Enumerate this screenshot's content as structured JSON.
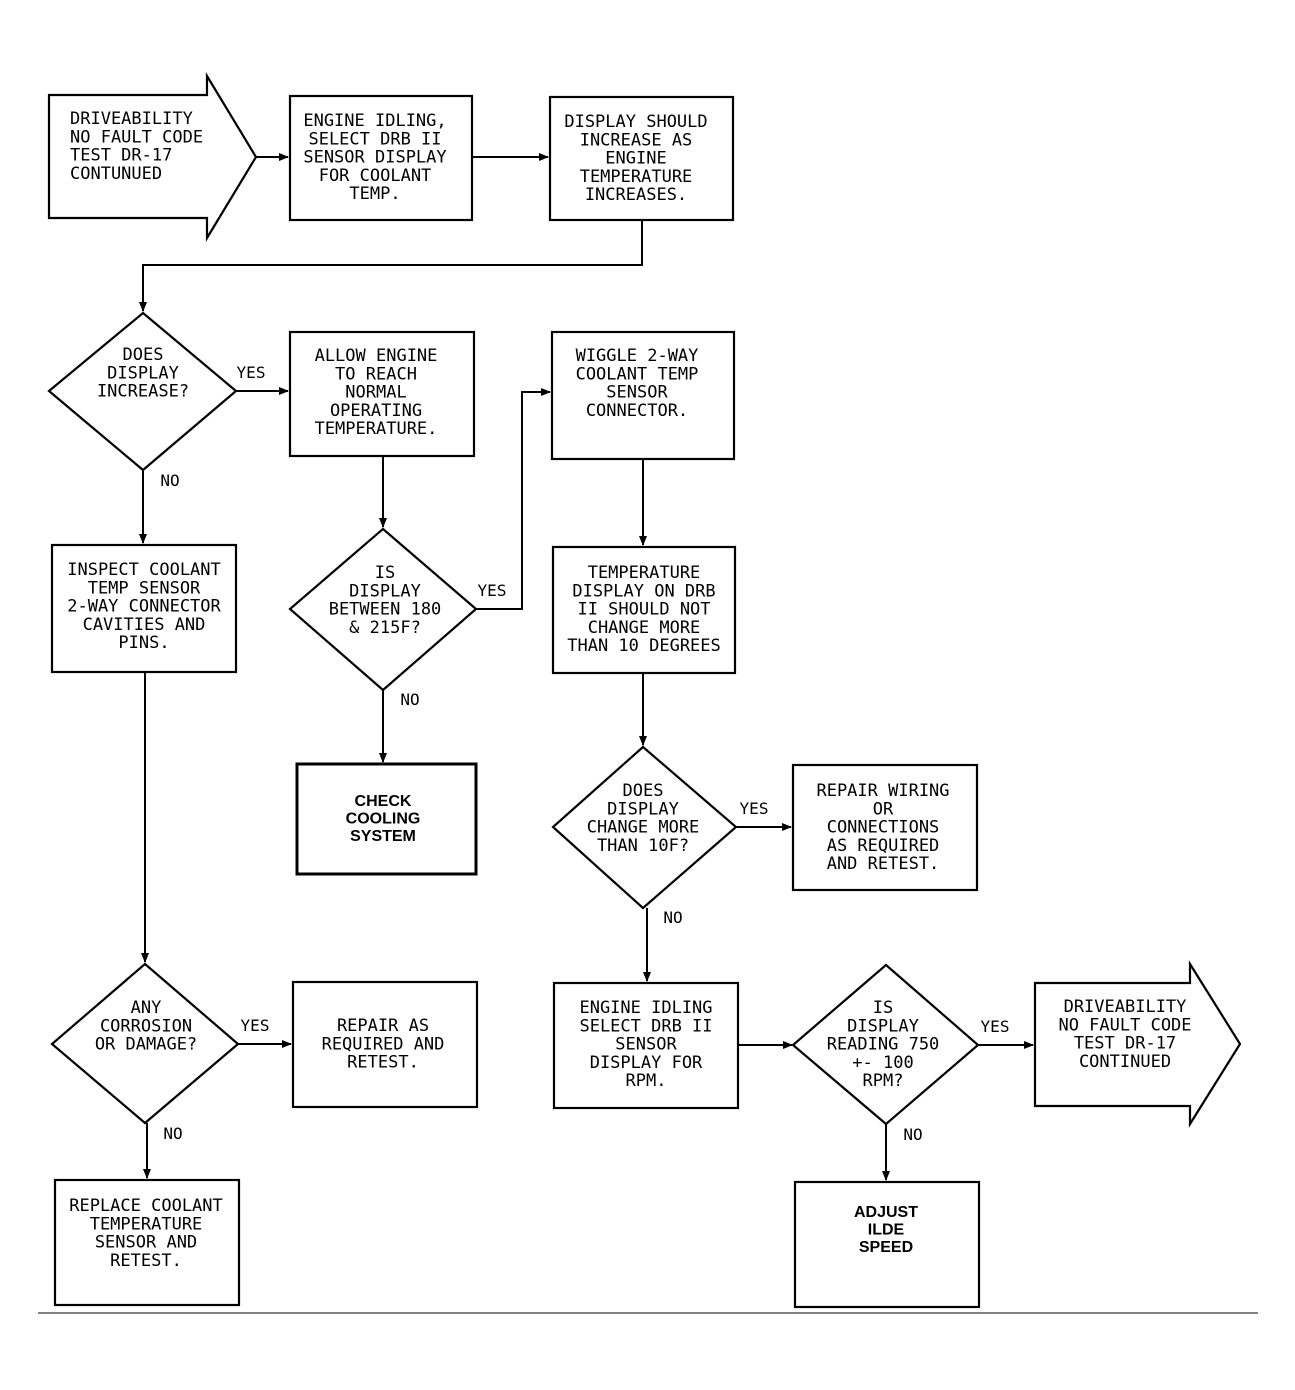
{
  "nodes": {
    "start": [
      "DRIVEABILITY",
      "NO FAULT CODE",
      "TEST DR-17",
      "CONTUNUED"
    ],
    "engine_idling_coolant": [
      "ENGINE IDLING,",
      "SELECT DRB II",
      "SENSOR DISPLAY",
      "FOR COOLANT",
      "TEMP."
    ],
    "display_should_increase": [
      "DISPLAY SHOULD",
      "INCREASE AS",
      "ENGINE",
      "TEMPERATURE",
      "INCREASES."
    ],
    "does_display_increase": [
      "DOES",
      "DISPLAY",
      "INCREASE?"
    ],
    "allow_engine": [
      "ALLOW ENGINE",
      "TO REACH",
      "NORMAL",
      "OPERATING",
      "TEMPERATURE."
    ],
    "wiggle_connector": [
      "WIGGLE 2-WAY",
      "COOLANT TEMP",
      "SENSOR",
      "CONNECTOR."
    ],
    "inspect_connector": [
      "INSPECT COOLANT",
      "TEMP SENSOR",
      "2-WAY CONNECTOR",
      "CAVITIES AND",
      "PINS."
    ],
    "is_display_between": [
      "IS",
      "DISPLAY",
      "BETWEEN 180",
      "& 215F?"
    ],
    "temperature_display": [
      "TEMPERATURE",
      "DISPLAY ON DRB",
      "II SHOULD NOT",
      "CHANGE MORE",
      "THAN 10 DEGREES"
    ],
    "check_cooling": [
      "CHECK",
      "COOLING",
      "SYSTEM"
    ],
    "does_display_change": [
      "DOES",
      "DISPLAY",
      "CHANGE MORE",
      "THAN 10F?"
    ],
    "repair_wiring": [
      "REPAIR WIRING",
      "OR",
      "CONNECTIONS",
      "AS REQUIRED",
      "AND RETEST."
    ],
    "any_corrosion": [
      "ANY",
      "CORROSION",
      "OR DAMAGE?"
    ],
    "repair_as_required": [
      "REPAIR AS",
      "REQUIRED AND",
      "RETEST."
    ],
    "engine_idling_rpm": [
      "ENGINE IDLING",
      "SELECT DRB II",
      "SENSOR",
      "DISPLAY FOR",
      "RPM."
    ],
    "is_display_reading": [
      "IS",
      "DISPLAY",
      "READING 750",
      "+- 100",
      "RPM?"
    ],
    "end": [
      "DRIVEABILITY",
      "NO FAULT CODE",
      "TEST DR-17",
      "CONTINUED"
    ],
    "replace_sensor": [
      "REPLACE COOLANT",
      "TEMPERATURE",
      "SENSOR AND",
      "RETEST."
    ],
    "adjust_idle": [
      "ADJUST",
      "ILDE",
      "SPEED"
    ]
  },
  "labels": {
    "yes": "YES",
    "no": "NO"
  }
}
